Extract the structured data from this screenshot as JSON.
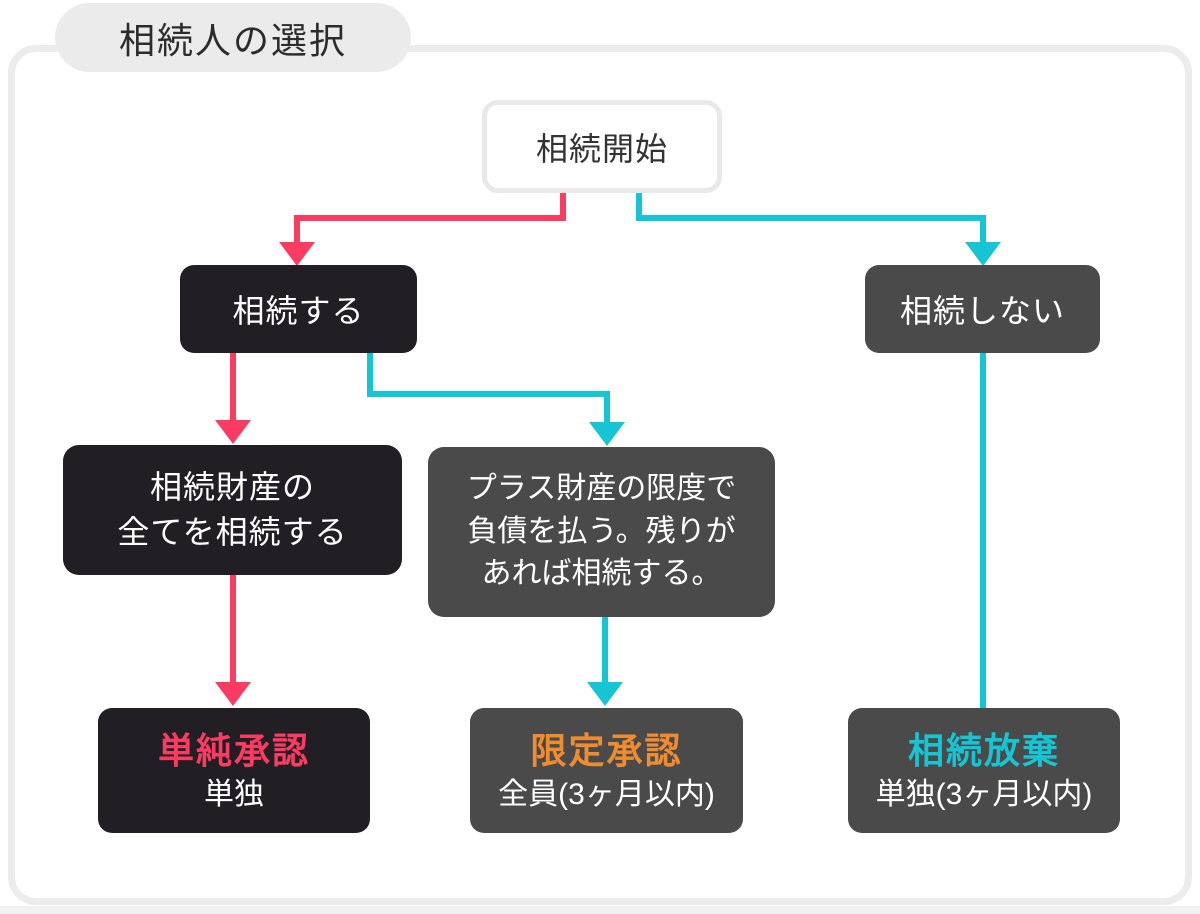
{
  "title": "相続人の選択",
  "colors": {
    "pink": "#fa3b62",
    "cyan": "#16c5d4",
    "orange": "#ef8c30",
    "box-black": "#211f23",
    "box-gray": "#4a4a4a",
    "frame-gray": "#ececec",
    "pill-gray": "#ebebeb"
  },
  "nodes": {
    "start": {
      "label": "相続開始"
    },
    "inherit": {
      "label": "相続する"
    },
    "not_inherit": {
      "label": "相続しない"
    },
    "all_assets": {
      "line1": "相続財産の",
      "line2": "全てを相続する"
    },
    "limited_desc": {
      "line1": "プラス財産の限度で",
      "line2": "負債を払う。残りが",
      "line3": "あれば相続する。"
    },
    "simple_approval": {
      "title": "単純承認",
      "subtitle": "単独"
    },
    "limited_approval": {
      "title": "限定承認",
      "subtitle": "全員(3ヶ月以内)"
    },
    "renounce": {
      "title": "相続放棄",
      "subtitle": "単独(3ヶ月以内)"
    }
  }
}
